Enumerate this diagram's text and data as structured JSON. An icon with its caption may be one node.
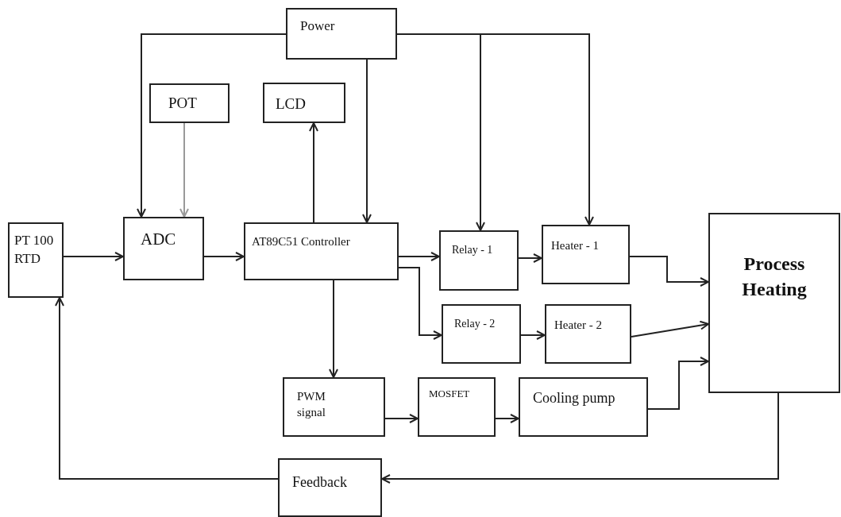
{
  "diagram": {
    "nodes": [
      {
        "text": [
          "Power"
        ]
      },
      {
        "text": [
          "POT"
        ]
      },
      {
        "text": [
          "LCD"
        ]
      },
      {
        "text": [
          "PT 100 RTD"
        ]
      },
      {
        "text": [
          "ADC"
        ]
      },
      {
        "text": [
          "AT89C51 Controller"
        ]
      },
      {
        "text": [
          "Relay - 1"
        ]
      },
      {
        "text": [
          "Heater - 1"
        ]
      },
      {
        "text": [
          "Relay - 2"
        ]
      },
      {
        "text": [
          "Heater - 2"
        ]
      },
      {
        "text": [
          "Process Heating"
        ]
      },
      {
        "text": [
          "PWM signal"
        ]
      },
      {
        "text": [
          "MOSFET"
        ]
      },
      {
        "text": [
          "Cooling pump"
        ]
      },
      {
        "text": [
          "Feedback"
        ]
      }
    ],
    "edges": [
      {
        "from": 0,
        "to": 4,
        "arrow": "to"
      },
      {
        "from": 0,
        "to": 5,
        "arrow": "to"
      },
      {
        "from": 0,
        "to": 6,
        "arrow": "to"
      },
      {
        "from": 0,
        "to": 7,
        "arrow": "to"
      },
      {
        "from": 1,
        "to": 4,
        "arrow": "to",
        "color": "#999999"
      },
      {
        "from": 5,
        "to": 2,
        "arrow": "to"
      },
      {
        "from": 3,
        "to": 4,
        "arrow": "to"
      },
      {
        "from": 4,
        "to": 5,
        "arrow": "to"
      },
      {
        "from": 5,
        "to": 6,
        "arrow": "to"
      },
      {
        "from": 5,
        "to": 8,
        "arrow": "to"
      },
      {
        "from": 5,
        "to": 11,
        "arrow": "to"
      },
      {
        "from": 6,
        "to": 7,
        "arrow": "to"
      },
      {
        "from": 8,
        "to": 9,
        "arrow": "to"
      },
      {
        "from": 7,
        "to": 10,
        "arrow": "to"
      },
      {
        "from": 9,
        "to": 10,
        "arrow": "to"
      },
      {
        "from": 13,
        "to": 10,
        "arrow": "to"
      },
      {
        "from": 11,
        "to": 12,
        "arrow": "to"
      },
      {
        "from": 12,
        "to": 13,
        "arrow": "to"
      },
      {
        "from": 10,
        "to": 14,
        "arrow": "to"
      },
      {
        "from": 14,
        "to": 3,
        "arrow": "to"
      }
    ]
  }
}
